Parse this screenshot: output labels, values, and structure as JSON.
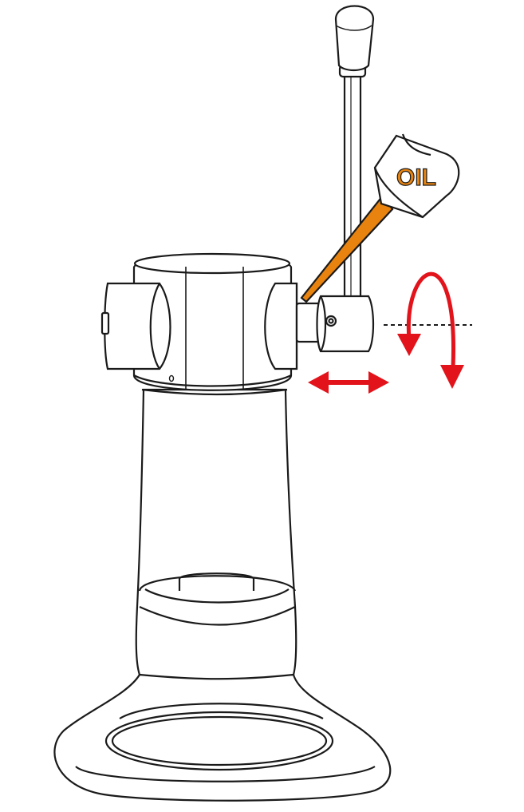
{
  "diagram": {
    "oil_label": "OIL",
    "colors": {
      "outline": "#1a1a1a",
      "oil": "#e8830f",
      "arrow": "#e3131b",
      "background": "#ffffff"
    },
    "parts": {
      "lever": "lever-arm",
      "knob": "lever-knob",
      "head": "grinder-head",
      "pivot": "lever-pivot",
      "body": "machine-body",
      "base": "machine-base",
      "oil_can": "oil-can-icon",
      "side_to_side": "horizontal-double-arrow",
      "rotation": "rotation-arrow",
      "axis": "rotation-axis-line"
    }
  }
}
